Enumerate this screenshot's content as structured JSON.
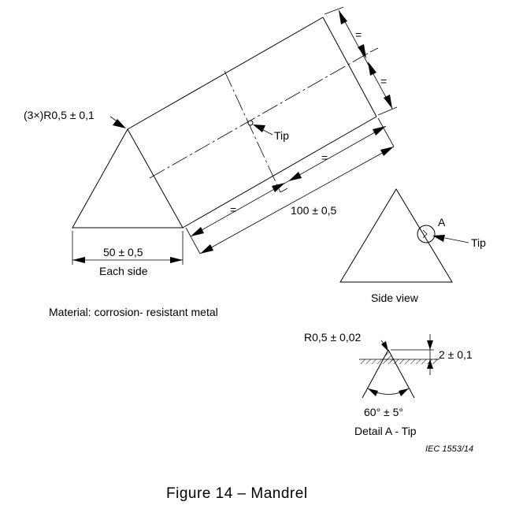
{
  "labels": {
    "corner_radius": "(3×)R0,5 ± 0,1",
    "tip_top": "Tip",
    "equal_1": "=",
    "equal_2": "=",
    "equal_3": "=",
    "equal_4": "=",
    "length_dim": "100 ± 0,5",
    "side_dim": "50 ± 0,5",
    "each_side": "Each side",
    "detail_marker": "A",
    "tip_side": "Tip",
    "side_view": "Side view",
    "material": "Material: corrosion- resistant metal",
    "tip_radius": "R0,5 ± 0,02",
    "tip_height": "2 ± 0,1",
    "tip_angle": "60° ± 5°",
    "detail_caption": "Detail A - Tip",
    "iec_ref": "IEC   1553/14"
  },
  "caption": "Figure 14 – Mandrel"
}
